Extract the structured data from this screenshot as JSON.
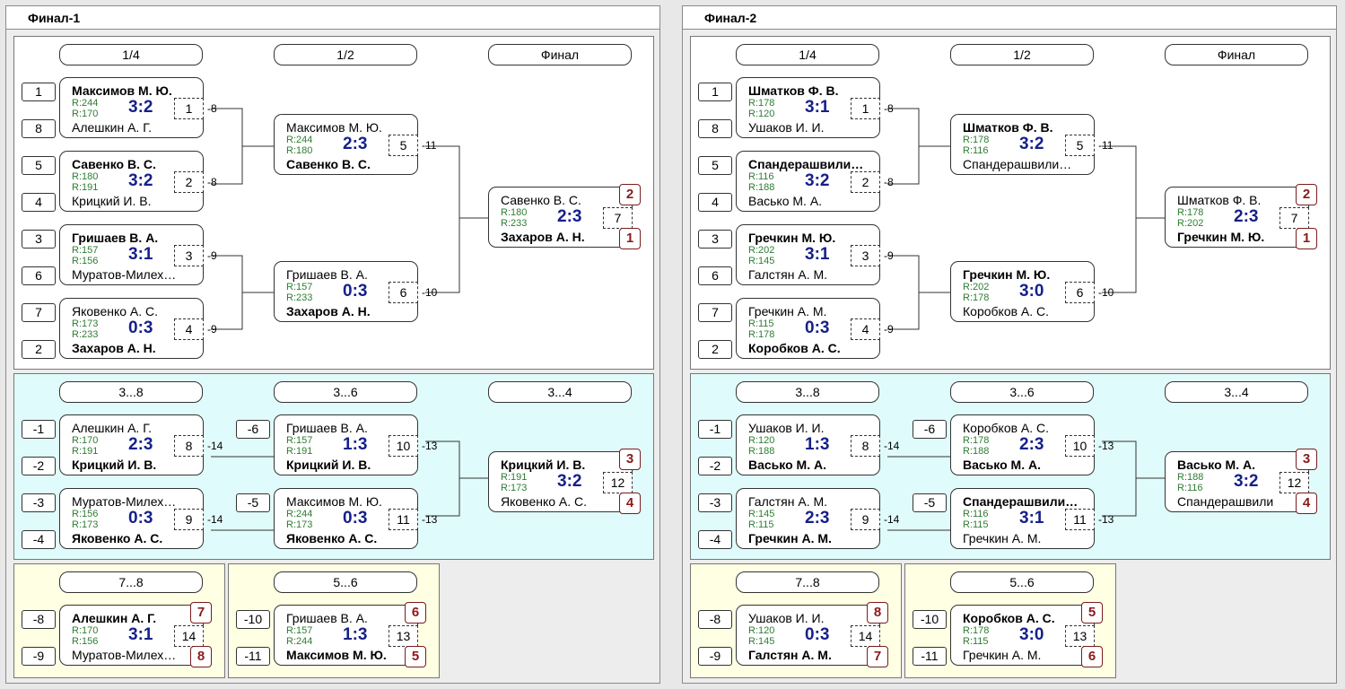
{
  "panels": [
    {
      "title": "Финал-1",
      "main": {
        "h": [
          "1/4",
          "1/2",
          "Финал"
        ],
        "seeds": [
          "1",
          "8",
          "5",
          "4",
          "3",
          "6",
          "7",
          "2"
        ],
        "m": [
          {
            "p1": "Максимов М. Ю.",
            "r1": "R:244",
            "p2": "Алешкин А. Г.",
            "r2": "R:170",
            "s": "3:2",
            "n": "1",
            "w": 1,
            "lz": "-8"
          },
          {
            "p1": "Савенко В. С.",
            "r1": "R:180",
            "p2": "Крицкий И. В.",
            "r2": "R:191",
            "s": "3:2",
            "n": "2",
            "w": 1,
            "lz": "-8"
          },
          {
            "p1": "Гришаев В. А.",
            "r1": "R:157",
            "p2": "Муратов-Милех…",
            "r2": "R:156",
            "s": "3:1",
            "n": "3",
            "w": 1,
            "lz": "-9"
          },
          {
            "p1": "Яковенко А. С.",
            "r1": "R:173",
            "p2": "Захаров А. Н.",
            "r2": "R:233",
            "s": "0:3",
            "n": "4",
            "w": 2,
            "lz": "-9"
          },
          {
            "p1": "Максимов М. Ю.",
            "r1": "R:244",
            "p2": "Савенко В. С.",
            "r2": "R:180",
            "s": "2:3",
            "n": "5",
            "w": 2,
            "lz": "-11"
          },
          {
            "p1": "Гришаев В. А.",
            "r1": "R:157",
            "p2": "Захаров А. Н.",
            "r2": "R:233",
            "s": "0:3",
            "n": "6",
            "w": 2,
            "lz": "-10"
          },
          {
            "p1": "Савенко В. С.",
            "r1": "R:180",
            "p2": "Захаров А. Н.",
            "r2": "R:233",
            "s": "2:3",
            "n": "7",
            "w": 2,
            "pl1": "2",
            "pl2": "1"
          }
        ]
      },
      "cons": {
        "h": [
          "3...8",
          "3...6",
          "3...4"
        ],
        "seeds": [
          "-1",
          "-2",
          "-3",
          "-4"
        ],
        "seeds2": [
          "-6",
          "-5"
        ],
        "m": [
          {
            "p1": "Алешкин А. Г.",
            "r1": "R:170",
            "p2": "Крицкий И. В.",
            "r2": "R:191",
            "s": "2:3",
            "n": "8",
            "w": 2,
            "lz": "-14"
          },
          {
            "p1": "Муратов-Милех…",
            "r1": "R:156",
            "p2": "Яковенко А. С.",
            "r2": "R:173",
            "s": "0:3",
            "n": "9",
            "w": 2,
            "lz": "-14"
          },
          {
            "p1": "Гришаев В. А.",
            "r1": "R:157",
            "p2": "Крицкий И. В.",
            "r2": "R:191",
            "s": "1:3",
            "n": "10",
            "w": 2,
            "lz": "-13"
          },
          {
            "p1": "Максимов М. Ю.",
            "r1": "R:244",
            "p2": "Яковенко А. С.",
            "r2": "R:173",
            "s": "0:3",
            "n": "11",
            "w": 2,
            "lz": "-13"
          },
          {
            "p1": "Крицкий И. В.",
            "r1": "R:191",
            "p2": "Яковенко А. С.",
            "r2": "R:173",
            "s": "3:2",
            "n": "12",
            "w": 1,
            "pl1": "3",
            "pl2": "4"
          }
        ]
      },
      "p78": {
        "h": "7...8",
        "seeds": [
          "-8",
          "-9"
        ],
        "m": {
          "p1": "Алешкин А. Г.",
          "r1": "R:170",
          "p2": "Муратов-Милех…",
          "r2": "R:156",
          "s": "3:1",
          "n": "14",
          "w": 1,
          "pl1": "7",
          "pl2": "8"
        }
      },
      "p56": {
        "h": "5...6",
        "seeds": [
          "-10",
          "-11"
        ],
        "m": {
          "p1": "Гришаев В. А.",
          "r1": "R:157",
          "p2": "Максимов М. Ю.",
          "r2": "R:244",
          "s": "1:3",
          "n": "13",
          "w": 2,
          "pl1": "6",
          "pl2": "5"
        }
      }
    },
    {
      "title": "Финал-2",
      "main": {
        "h": [
          "1/4",
          "1/2",
          "Финал"
        ],
        "seeds": [
          "1",
          "8",
          "5",
          "4",
          "3",
          "6",
          "7",
          "2"
        ],
        "m": [
          {
            "p1": "Шматков Ф. В.",
            "r1": "R:178",
            "p2": "Ушаков И. И.",
            "r2": "R:120",
            "s": "3:1",
            "n": "1",
            "w": 1,
            "lz": "-8"
          },
          {
            "p1": "Спандерашвили…",
            "r1": "R:116",
            "p2": "Васько М. А.",
            "r2": "R:188",
            "s": "3:2",
            "n": "2",
            "w": 1,
            "lz": "-8"
          },
          {
            "p1": "Гречкин М. Ю.",
            "r1": "R:202",
            "p2": "Галстян А. М.",
            "r2": "R:145",
            "s": "3:1",
            "n": "3",
            "w": 1,
            "lz": "-9"
          },
          {
            "p1": "Гречкин А. М.",
            "r1": "R:115",
            "p2": "Коробков А. С.",
            "r2": "R:178",
            "s": "0:3",
            "n": "4",
            "w": 2,
            "lz": "-9"
          },
          {
            "p1": "Шматков Ф. В.",
            "r1": "R:178",
            "p2": "Спандерашвили…",
            "r2": "R:116",
            "s": "3:2",
            "n": "5",
            "w": 1,
            "lz": "-11"
          },
          {
            "p1": "Гречкин М. Ю.",
            "r1": "R:202",
            "p2": "Коробков А. С.",
            "r2": "R:178",
            "s": "3:0",
            "n": "6",
            "w": 1,
            "lz": "-10"
          },
          {
            "p1": "Шматков Ф. В.",
            "r1": "R:178",
            "p2": "Гречкин М. Ю.",
            "r2": "R:202",
            "s": "2:3",
            "n": "7",
            "w": 2,
            "pl1": "2",
            "pl2": "1"
          }
        ]
      },
      "cons": {
        "h": [
          "3...8",
          "3...6",
          "3...4"
        ],
        "seeds": [
          "-1",
          "-2",
          "-3",
          "-4"
        ],
        "seeds2": [
          "-6",
          "-5"
        ],
        "m": [
          {
            "p1": "Ушаков И. И.",
            "r1": "R:120",
            "p2": "Васько М. А.",
            "r2": "R:188",
            "s": "1:3",
            "n": "8",
            "w": 2,
            "lz": "-14"
          },
          {
            "p1": "Галстян А. М.",
            "r1": "R:145",
            "p2": "Гречкин А. М.",
            "r2": "R:115",
            "s": "2:3",
            "n": "9",
            "w": 2,
            "lz": "-14"
          },
          {
            "p1": "Коробков А. С.",
            "r1": "R:178",
            "p2": "Васько М. А.",
            "r2": "R:188",
            "s": "2:3",
            "n": "10",
            "w": 2,
            "lz": "-13"
          },
          {
            "p1": "Спандерашвили…",
            "r1": "R:116",
            "p2": "Гречкин А. М.",
            "r2": "R:115",
            "s": "3:1",
            "n": "11",
            "w": 1,
            "lz": "-13"
          },
          {
            "p1": "Васько М. А.",
            "r1": "R:188",
            "p2": "Спандерашвили",
            "r2": "R:116",
            "s": "3:2",
            "n": "12",
            "w": 1,
            "pl1": "3",
            "pl2": "4"
          }
        ]
      },
      "p78": {
        "h": "7...8",
        "seeds": [
          "-8",
          "-9"
        ],
        "m": {
          "p1": "Ушаков И. И.",
          "r1": "R:120",
          "p2": "Галстян А. М.",
          "r2": "R:145",
          "s": "0:3",
          "n": "14",
          "w": 2,
          "pl1": "8",
          "pl2": "7"
        }
      },
      "p56": {
        "h": "5...6",
        "seeds": [
          "-10",
          "-11"
        ],
        "m": {
          "p1": "Коробков А. С.",
          "r1": "R:178",
          "p2": "Гречкин А. М.",
          "r2": "R:115",
          "s": "3:0",
          "n": "13",
          "w": 1,
          "pl1": "5",
          "pl2": "6"
        }
      }
    }
  ],
  "colors": {
    "score": "#16208a",
    "rating": "#2e7d32",
    "place": "#8b1a1a",
    "consolation_bg": "#e0fbfb",
    "placement_bg": "#ffffe3",
    "main_bg": "#ffffff"
  }
}
